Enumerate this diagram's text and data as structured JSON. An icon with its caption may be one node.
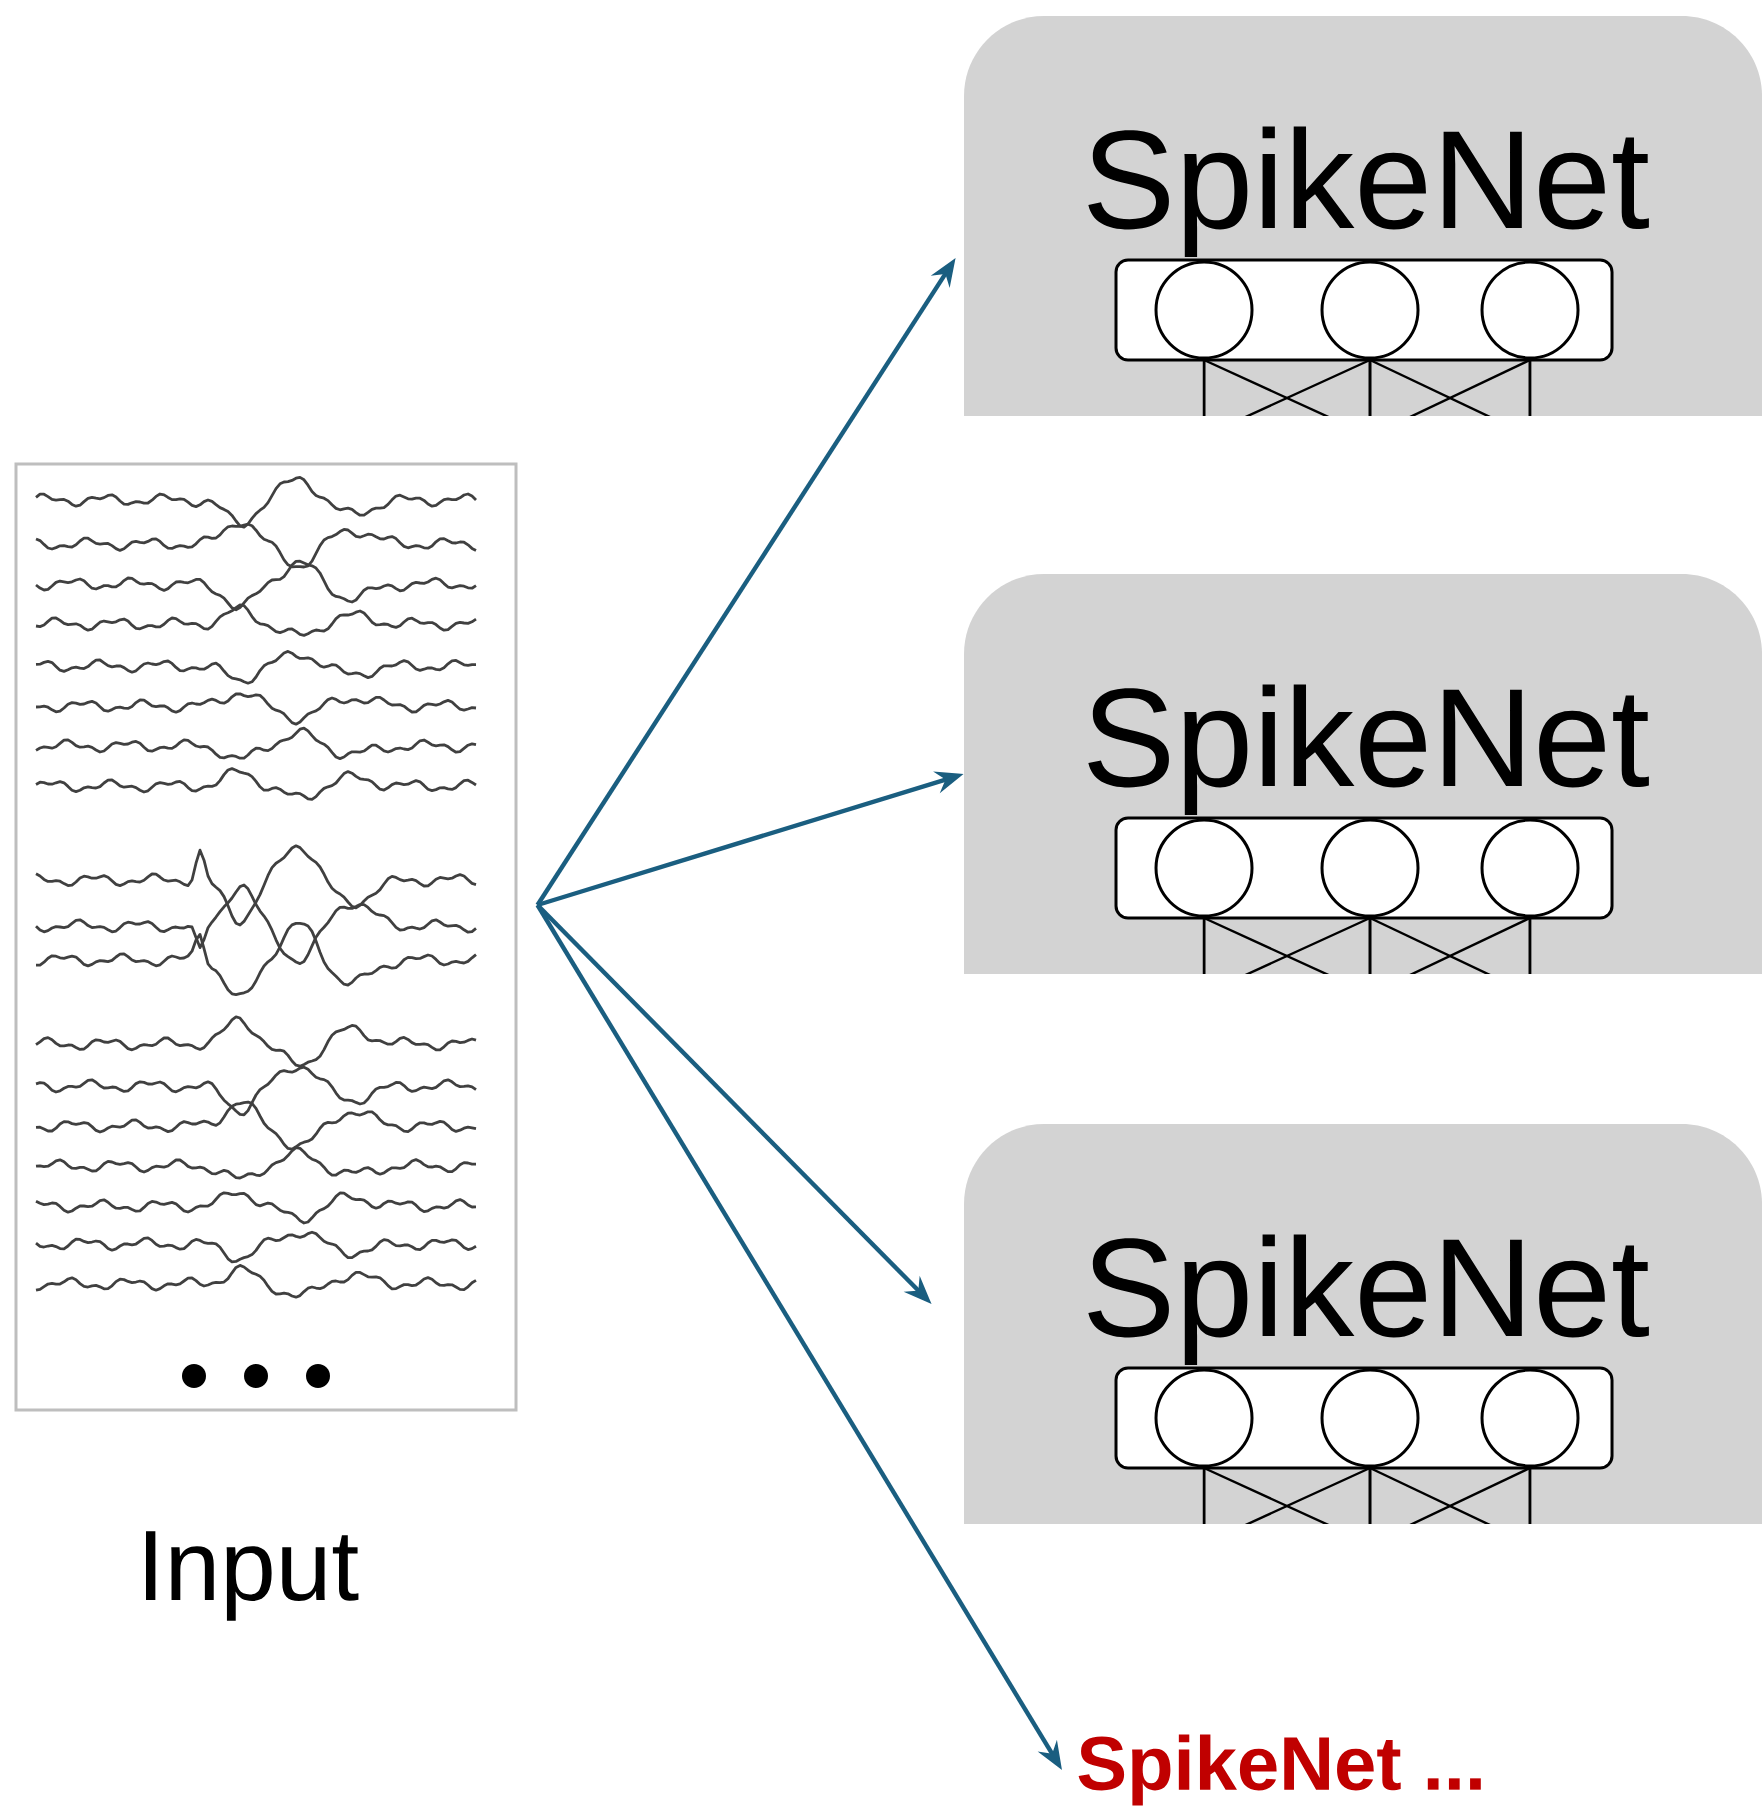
{
  "diagram": {
    "nodes": [
      {
        "text": [],
        "shape": "picture",
        "beside": [
          "Input"
        ]
      },
      {
        "text": [
          "SpikeNet"
        ]
      },
      {
        "text": [
          "SpikeNet"
        ]
      },
      {
        "text": [
          "SpikeNet"
        ]
      },
      {
        "text": [
          "SpikeNet ..."
        ]
      }
    ],
    "edges": [
      {
        "from": 0,
        "to": 1,
        "arrow": "to"
      },
      {
        "from": 0,
        "to": 2,
        "arrow": "to"
      },
      {
        "from": 0,
        "to": 3,
        "arrow": "to"
      },
      {
        "from": 0,
        "to": 4,
        "arrow": "to"
      }
    ]
  }
}
